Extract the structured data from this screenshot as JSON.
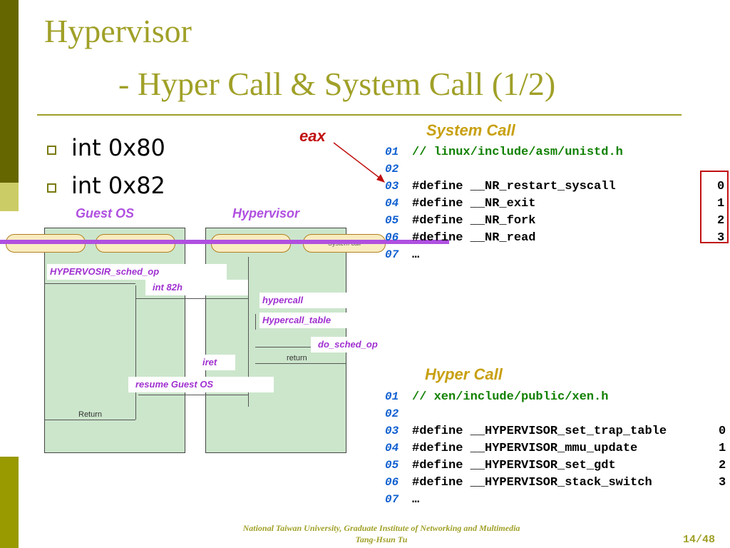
{
  "slide": {
    "title_line1": "Hypervisor",
    "title_line2": "- Hyper Call & System Call (1/2)"
  },
  "bullets": [
    "int 0x80",
    "int 0x82"
  ],
  "diagram": {
    "guest_label": "Guest OS",
    "hypervisor_label": "Hypervisor",
    "eax_label": "eax",
    "system_call_pill": "System call",
    "steps": {
      "sched_op": "HYPERVOSIR_sched_op",
      "int82": "int 82h",
      "hypercall": "hypercall",
      "hypercall_table": "Hypercall_table",
      "do_sched_op": "do_sched_op",
      "return_small": "return",
      "iret": "iret",
      "resume": "resume Guest OS",
      "return_big": "Return"
    }
  },
  "system_call": {
    "heading": "System Call",
    "lines": [
      {
        "num": "01",
        "text": "// linux/include/asm/unistd.h",
        "value": "",
        "comment": true
      },
      {
        "num": "02",
        "text": "",
        "value": "",
        "comment": false
      },
      {
        "num": "03",
        "text": "#define __NR_restart_syscall",
        "value": "0",
        "comment": false
      },
      {
        "num": "04",
        "text": "#define __NR_exit",
        "value": "1",
        "comment": false
      },
      {
        "num": "05",
        "text": "#define __NR_fork",
        "value": "2",
        "comment": false
      },
      {
        "num": "06",
        "text": "#define __NR_read",
        "value": "3",
        "comment": false
      },
      {
        "num": "07",
        "text": "…",
        "value": "",
        "comment": false
      }
    ]
  },
  "hyper_call": {
    "heading": "Hyper Call",
    "lines": [
      {
        "num": "01",
        "text": "// xen/include/public/xen.h",
        "value": "",
        "comment": true
      },
      {
        "num": "02",
        "text": "",
        "value": "",
        "comment": false
      },
      {
        "num": "03",
        "text": "#define __HYPERVISOR_set_trap_table",
        "value": "0",
        "comment": false
      },
      {
        "num": "04",
        "text": "#define __HYPERVISOR_mmu_update",
        "value": "1",
        "comment": false
      },
      {
        "num": "05",
        "text": "#define __HYPERVISOR_set_gdt",
        "value": "2",
        "comment": false
      },
      {
        "num": "06",
        "text": "#define __HYPERVISOR_stack_switch",
        "value": "3",
        "comment": false
      },
      {
        "num": "07",
        "text": "…",
        "value": "",
        "comment": false
      }
    ]
  },
  "footer": {
    "line1": "National Taiwan University, Graduate Institute of Networking and Multimedia",
    "line2": "Tang-Hsun Tu",
    "page": "14/48"
  },
  "colors": {
    "accent_olive": "#a0a028",
    "bar_dark": "#666600",
    "bar_light": "#cccc66",
    "purple": "#b050e0",
    "red": "#c01010"
  }
}
